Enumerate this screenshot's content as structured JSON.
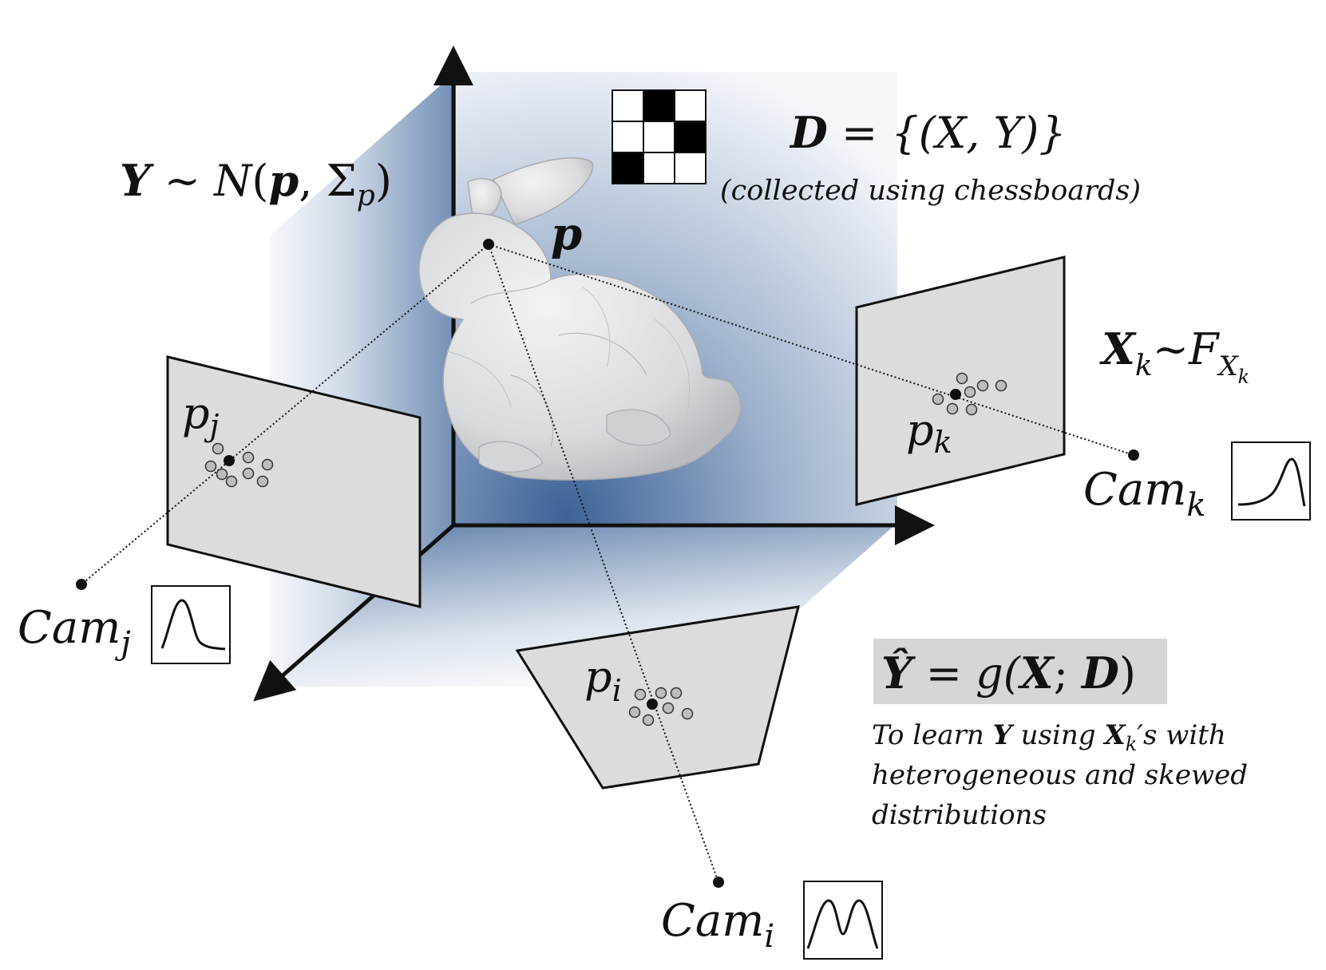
{
  "labels": {
    "y_dist": {
      "main": "Y",
      "sym": " ~ ",
      "cal": "N",
      "open": "(",
      "p": "p",
      "comma": ", ",
      "sigma": "Σ",
      "sub": "p",
      "close": ")"
    },
    "dataset": {
      "main": "D",
      "rest": " = {(X, Y)}"
    },
    "dataset_note": "(collected using chessboards)",
    "point_p": "p",
    "x_dist": {
      "main": "X",
      "sub": "k",
      "sym": "~",
      "cal": "F",
      "sub2": "X",
      "sub3": "k"
    },
    "estimator": {
      "main": "Ŷ",
      "eq": " = g(",
      "X": "X",
      "semi": "; ",
      "D": "D",
      "close": ")"
    },
    "note": {
      "line1_a": "To learn ",
      "line1_b": "Y",
      "line1_c": " using ",
      "line1_d": "X",
      "line1_e": "k",
      "line1_f": "′s with",
      "line2": "heterogeneous and skewed",
      "line3": "distributions"
    },
    "cam_j": {
      "main": "Cam",
      "sub": "j"
    },
    "cam_k": {
      "main": "Cam",
      "sub": "k"
    },
    "cam_i": {
      "main": "Cam",
      "sub": "i"
    },
    "p_j": {
      "main": "p",
      "sub": "j"
    },
    "p_k": {
      "main": "p",
      "sub": "k"
    },
    "p_i": {
      "main": "p",
      "sub": "i"
    }
  },
  "chessboard": {
    "rows": 3,
    "cols": 3,
    "black_cells": [
      [
        0,
        1
      ],
      [
        1,
        2
      ],
      [
        2,
        0
      ]
    ]
  },
  "colors": {
    "panel_gradient_dark": "#3d6296",
    "panel_gradient_light": "#f4f6fa",
    "image_plane": "#dcdcdc",
    "estimator_box": "#d6d6d6",
    "ink": "#111111"
  },
  "icons": {
    "cam_j_dist": "skewed-right-curve",
    "cam_k_dist": "skewed-left-curve",
    "cam_i_dist": "bimodal-curve",
    "object": "stanford-bunny"
  }
}
